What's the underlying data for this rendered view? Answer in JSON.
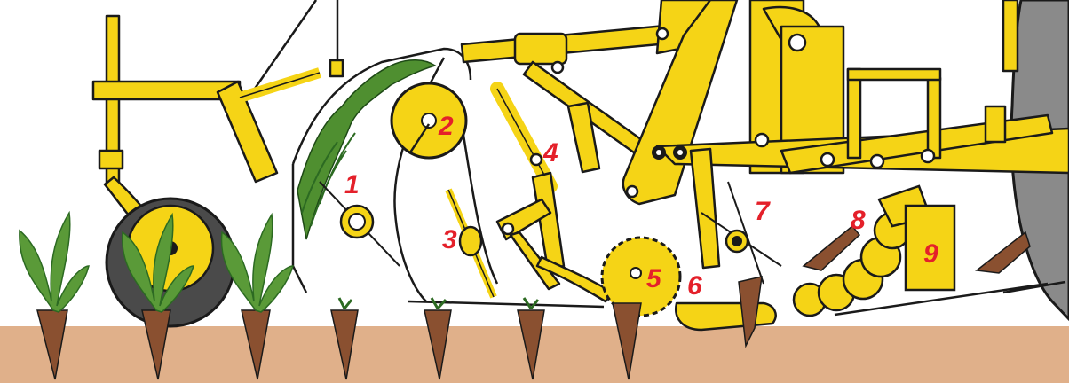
{
  "colors": {
    "soil": "#e0b08a",
    "machine_yellow": "#f5d416",
    "outline": "#1a1a1a",
    "leaf_green": "#5a9a38",
    "leaf_dark": "#2c6a22",
    "beet_brown": "#8a5030",
    "tire": "#4a4a4a",
    "label_red": "#e4202a",
    "drum_grey": "#7a7a7a"
  },
  "labels": {
    "n1": "1",
    "n2": "2",
    "n3": "3",
    "n4": "4",
    "n5": "5",
    "n6": "6",
    "n7": "7",
    "n8": "8",
    "n9": "9"
  }
}
